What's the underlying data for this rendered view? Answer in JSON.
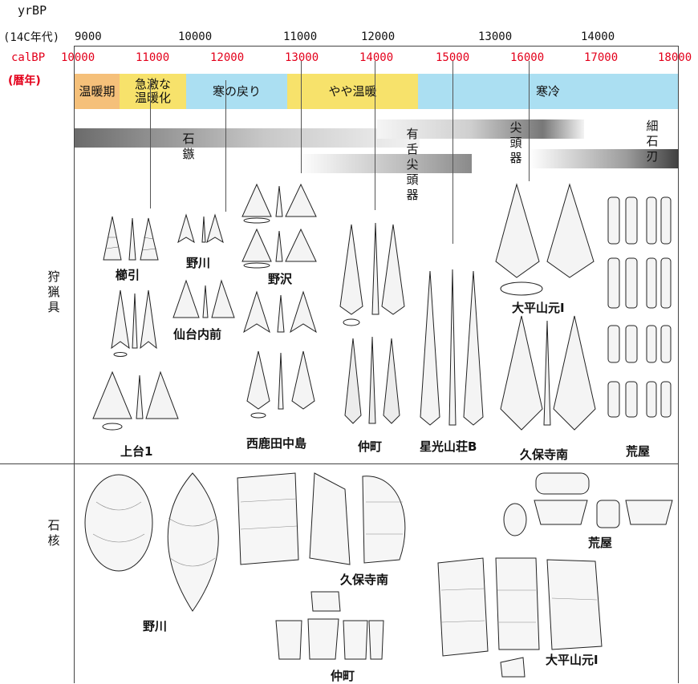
{
  "axis": {
    "yrbp_label": "yrBP",
    "yrbp_sub": "(14C年代)",
    "calbp_label": "calBP",
    "calbp_sub": "(暦年)",
    "yrbp_ticks": [
      "9000",
      "10000",
      "11000",
      "12000",
      "13000",
      "14000"
    ],
    "calbp_ticks": [
      "10000",
      "11000",
      "12000",
      "13000",
      "14000",
      "15000",
      "16000",
      "17000",
      "18000"
    ]
  },
  "periods": [
    {
      "label": "温暖期",
      "color": "#f5c07a"
    },
    {
      "label": "急激な\n温暖化",
      "color": "#f7e26b"
    },
    {
      "label": "寒の戻り",
      "color": "#abdff2"
    },
    {
      "label": "やや温暖",
      "color": "#f7e26b"
    },
    {
      "label": "寒冷",
      "color": "#abdff2"
    }
  ],
  "tool_bars": {
    "sekizoku": "石\n鏃",
    "yuzetsu": "有\n舌\n尖\n頭\n器",
    "sentouki": "尖\n頭\n器",
    "saisekijin": "細\n石\n刃"
  },
  "rows": {
    "hunting": "狩\n猟\n具",
    "core": "石\n核"
  },
  "sites_hunting": [
    "櫛引",
    "野川",
    "野沢",
    "仙台内前",
    "上台1",
    "西鹿田中島",
    "仲町",
    "星光山荘B",
    "大平山元Ⅰ",
    "久保寺南",
    "荒屋"
  ],
  "sites_core": [
    "野川",
    "久保寺南",
    "荒屋",
    "仲町",
    "大平山元Ⅰ"
  ],
  "colors": {
    "cal_red": "#e3001b",
    "warm": "#f5c07a",
    "yellow": "#f7e26b",
    "cold": "#abdff2"
  }
}
